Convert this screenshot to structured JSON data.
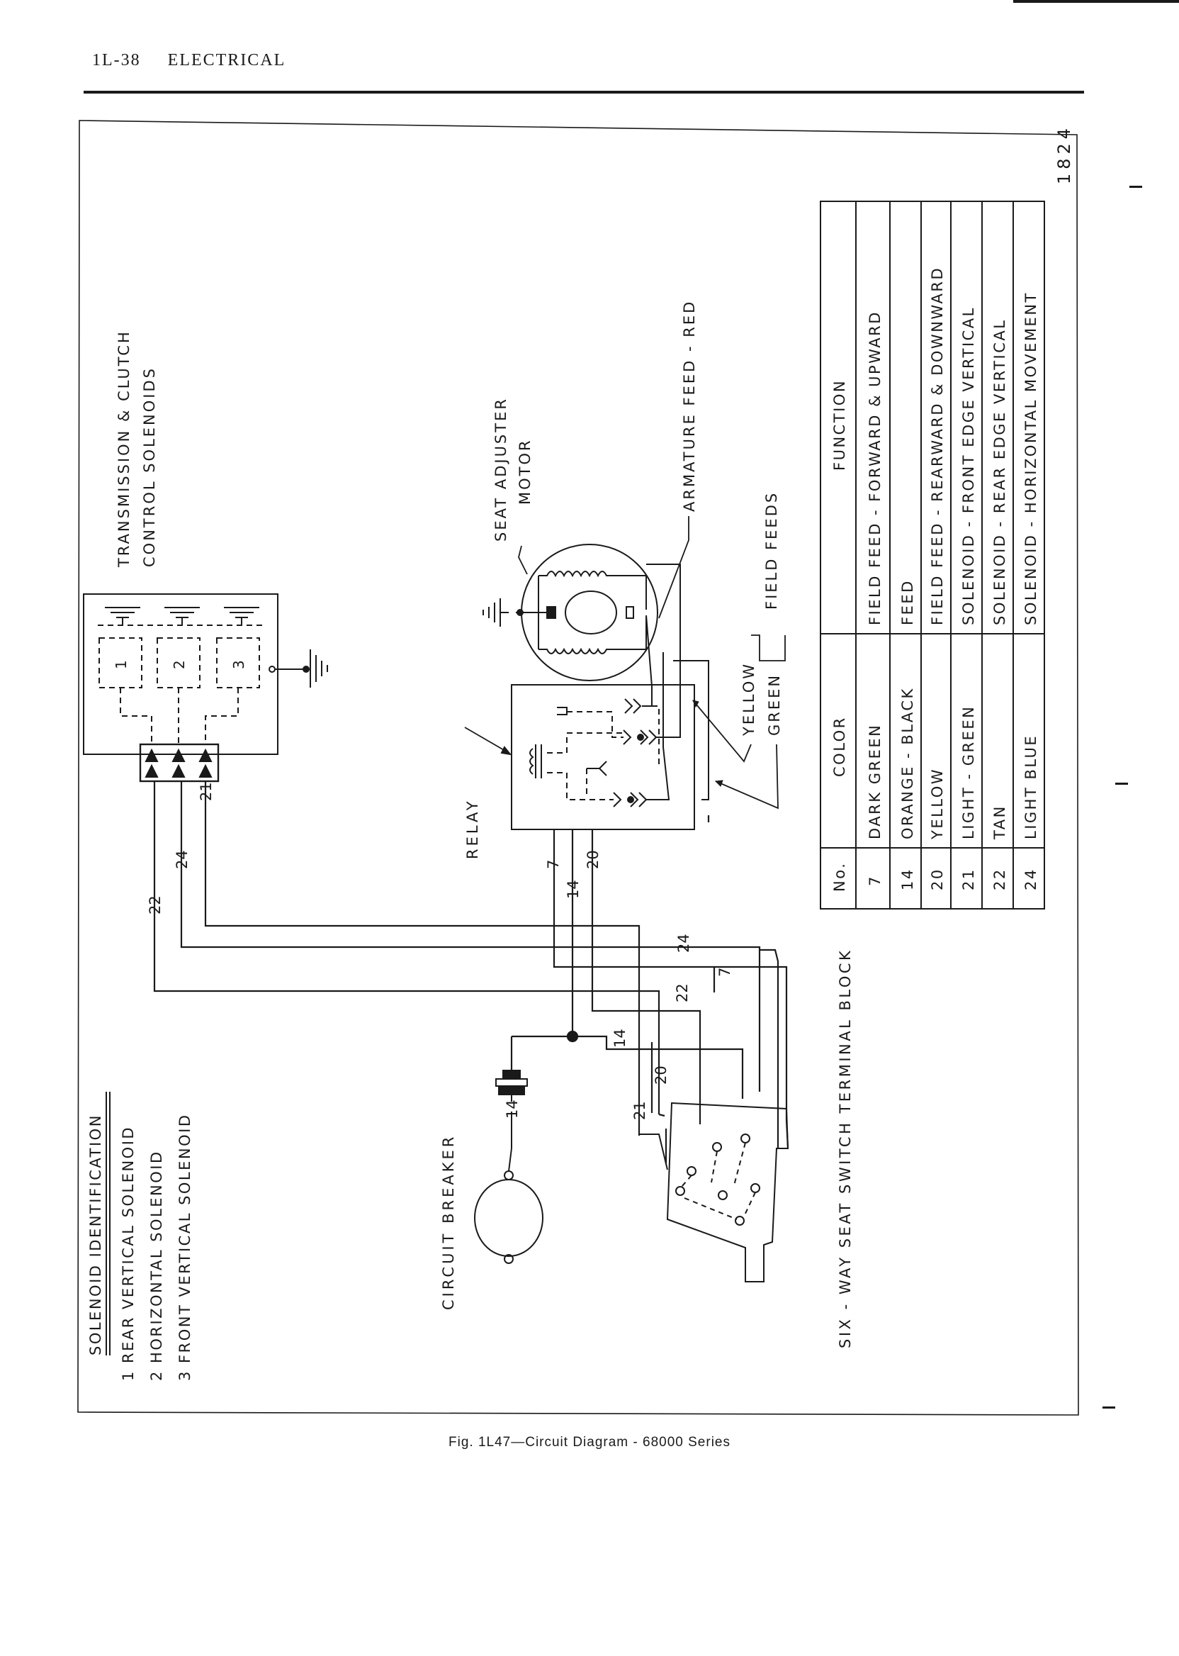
{
  "header": {
    "page_number": "1L-38",
    "section": "ELECTRICAL"
  },
  "caption": "Fig. 1L47—Circuit Diagram - 68000 Series",
  "figure_number": "1824",
  "legend": {
    "title": "SOLENOID IDENTIFICATION",
    "items": [
      "1  REAR VERTICAL SOLENOID",
      "2  HORIZONTAL SOLENOID",
      "3  FRONT VERTICAL SOLENOID"
    ]
  },
  "labels": {
    "solenoids_line1": "TRANSMISSION & CLUTCH",
    "solenoids_line2": "CONTROL SOLENOIDS",
    "motor_line1": "SEAT ADJUSTER",
    "motor_line2": "MOTOR",
    "armature": "ARMATURE FEED - RED",
    "field_feeds": "FIELD FEEDS",
    "yellow": "YELLOW",
    "green": "GREEN",
    "relay": "RELAY",
    "circuit_breaker": "CIRCUIT BREAKER",
    "switch_block": "SIX - WAY SEAT SWITCH TERMINAL BLOCK"
  },
  "solenoid_numbers": [
    "1",
    "2",
    "3"
  ],
  "wire_labels": {
    "w22": "22",
    "w24": "24",
    "w21": "21",
    "w7": "7",
    "w14": "14",
    "w20": "20",
    "w24b": "24",
    "w7b": "7",
    "w22b": "22",
    "w14b": "14",
    "w20b": "20",
    "w21b": "21",
    "w14c": "14"
  },
  "wire_table": {
    "headers": [
      "No.",
      "COLOR",
      "FUNCTION"
    ],
    "rows": [
      [
        "7",
        "DARK GREEN",
        "FIELD FEED - FORWARD & UPWARD"
      ],
      [
        "14",
        "ORANGE - BLACK",
        "FEED"
      ],
      [
        "20",
        "YELLOW",
        "FIELD FEED - REARWARD & DOWNWARD"
      ],
      [
        "21",
        "LIGHT - GREEN",
        "SOLENOID - FRONT EDGE VERTICAL"
      ],
      [
        "22",
        "TAN",
        "SOLENOID - REAR EDGE VERTICAL"
      ],
      [
        "24",
        "LIGHT BLUE",
        "SOLENOID - HORIZONTAL MOVEMENT"
      ]
    ]
  }
}
